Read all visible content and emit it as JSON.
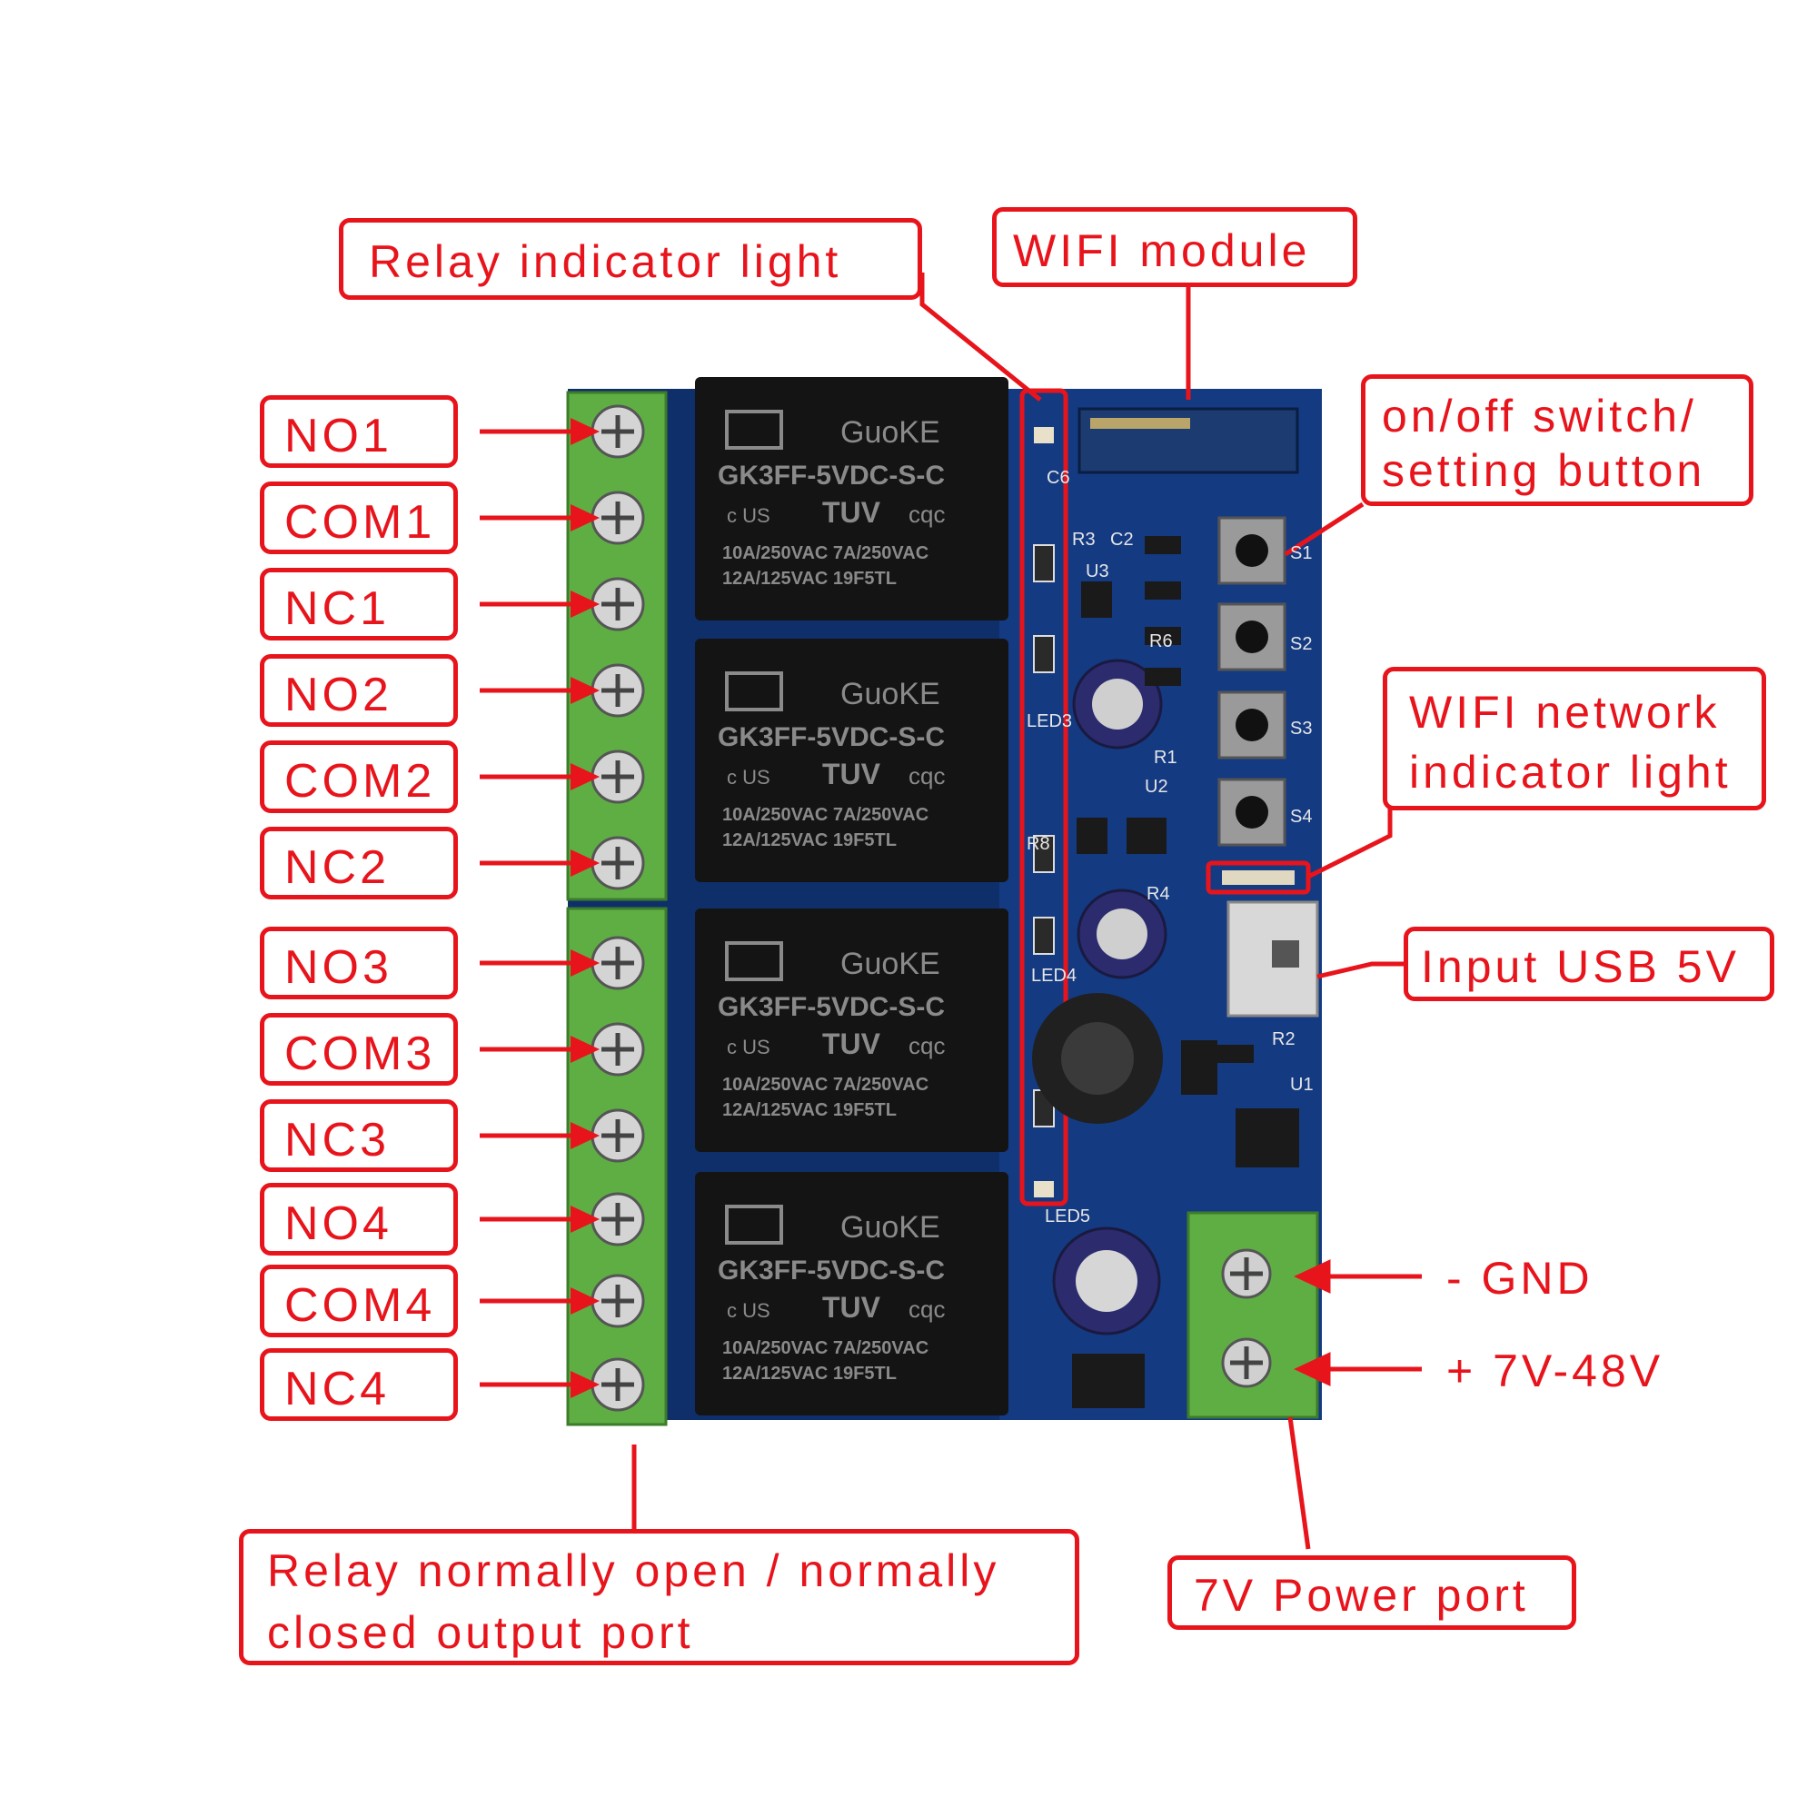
{
  "pins": [
    "NO1",
    "COM1",
    "NC1",
    "NO2",
    "COM2",
    "NC2",
    "NO3",
    "COM3",
    "NC3",
    "NO4",
    "COM4",
    "NC4"
  ],
  "callouts": {
    "relay_indicator": "Relay indicator light",
    "wifi_module": "WIFI module",
    "switch_line1": "on/off switch/",
    "switch_line2": "setting button",
    "network_line1": "WIFI network",
    "network_line2": "indicator light",
    "usb": "Input USB 5V",
    "gnd": "- GND",
    "vin": "+ 7V-48V",
    "output_line1": "Relay normally open / normally",
    "output_line2": "closed output port",
    "power_port": "7V Power port"
  },
  "relay_marks": {
    "brand": "GuoKE",
    "model": "GK3FF-5VDC-S-C",
    "cert_ul": "c US",
    "cert_tuv": "TUV",
    "cert_cqc": "cqc",
    "rating1": "10A/250VAC  7A/250VAC",
    "rating2": "12A/125VAC    19F5TL"
  },
  "pcb_labels": [
    "C6",
    "R3",
    "C2",
    "U3",
    "R6",
    "R1",
    "U2",
    "R8",
    "R4",
    "R2",
    "U1",
    "S1",
    "S2",
    "S3",
    "S4",
    "LED3",
    "LED4",
    "LED5"
  ],
  "colors": {
    "accent": "#e8141c",
    "pcb": "#0f2f6b",
    "terminal": "#5fae44",
    "relay": "#141414"
  }
}
